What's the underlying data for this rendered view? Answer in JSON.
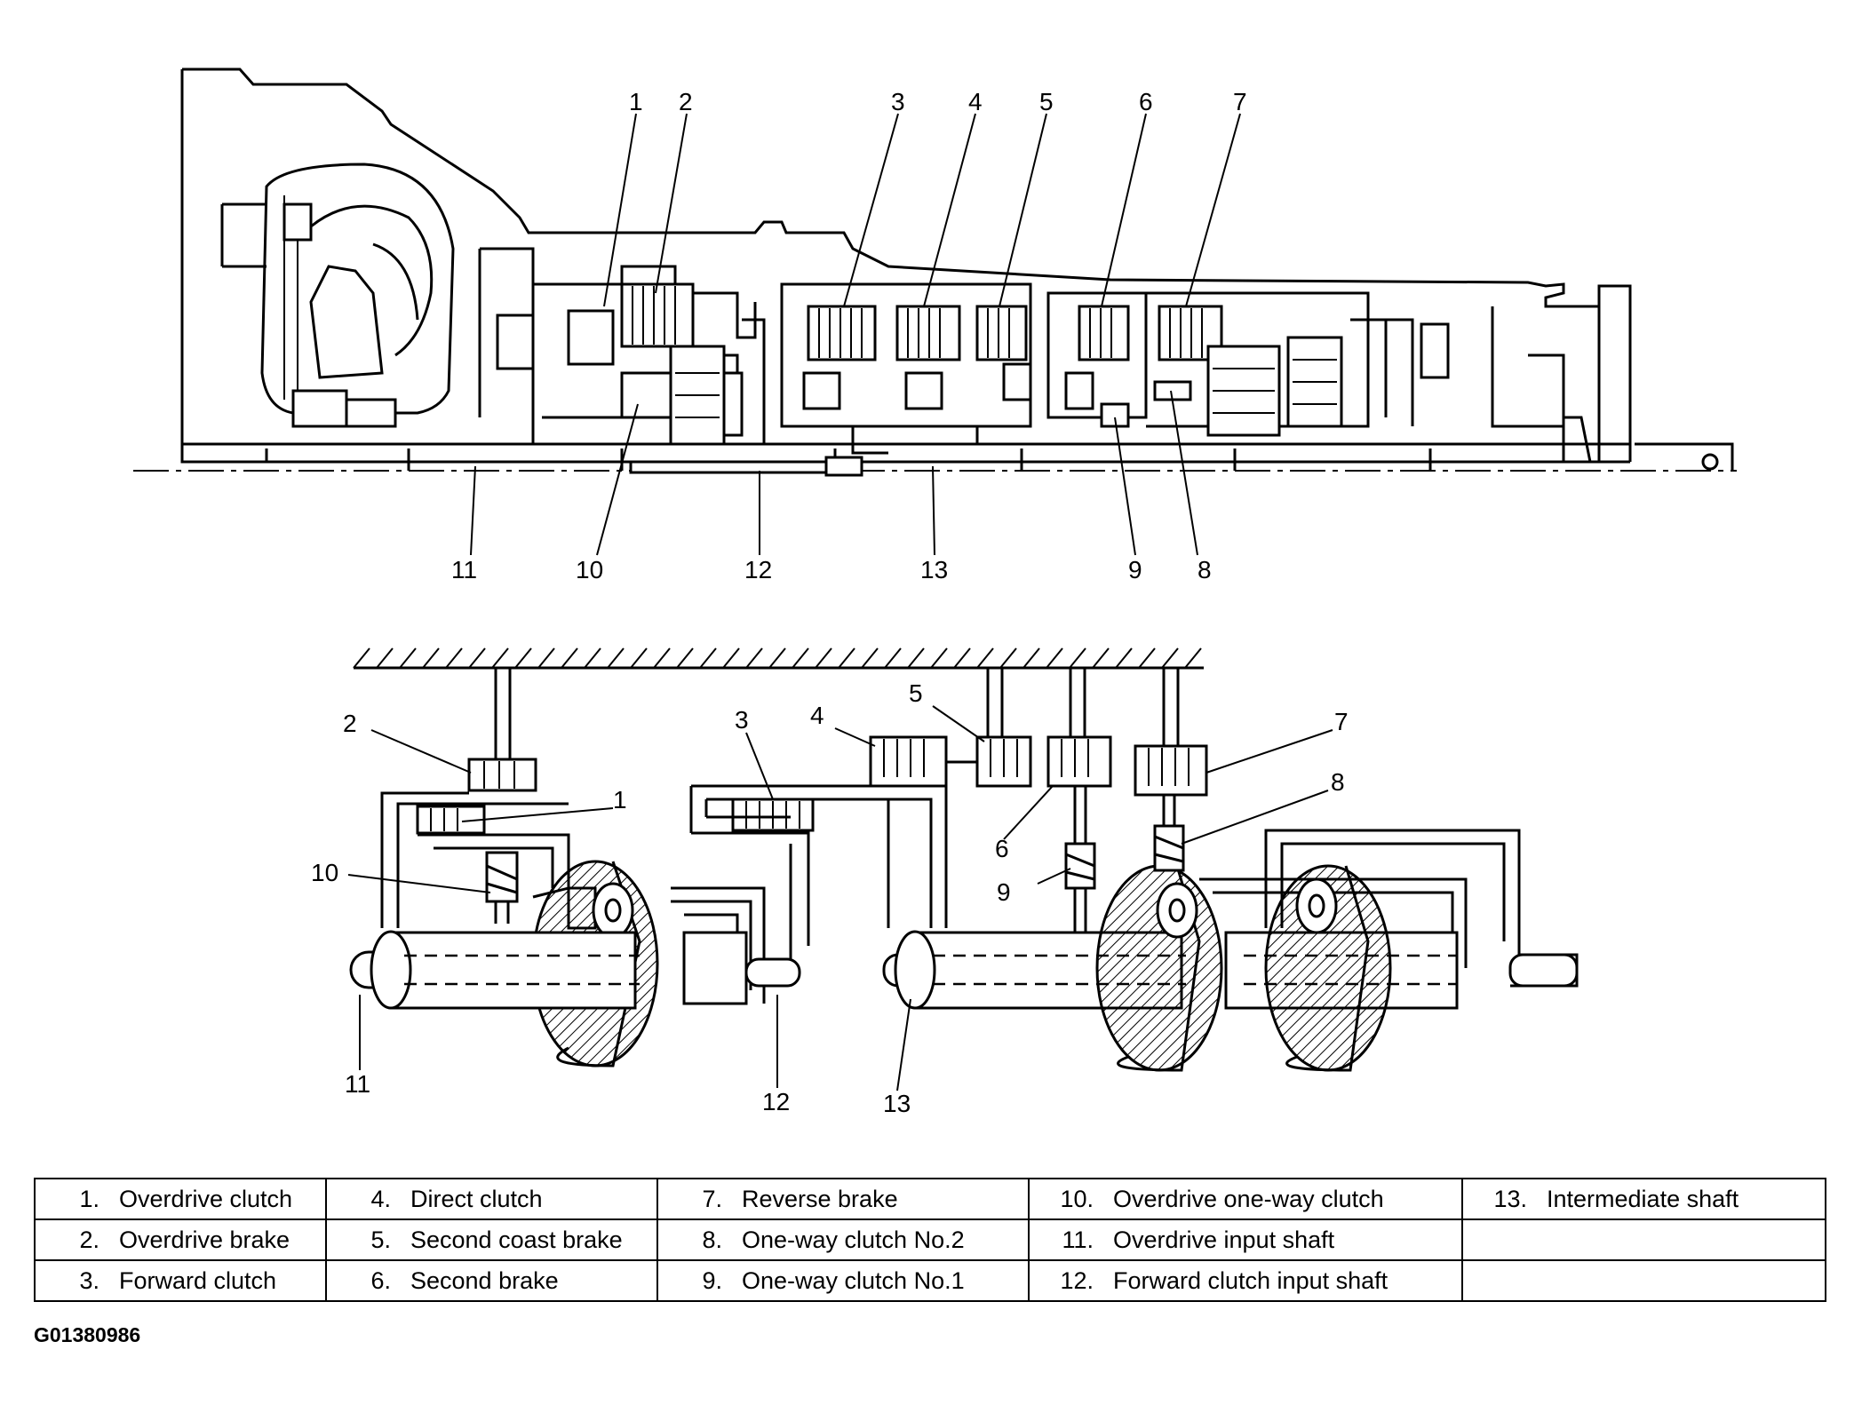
{
  "top_callouts": [
    "1",
    "2",
    "3",
    "4",
    "5",
    "6",
    "7",
    "8",
    "9",
    "10",
    "11",
    "12",
    "13"
  ],
  "bottom_callouts": [
    "1",
    "2",
    "3",
    "4",
    "5",
    "6",
    "7",
    "8",
    "9",
    "10",
    "11",
    "12",
    "13"
  ],
  "legend": [
    [
      {
        "num": "1.",
        "text": "Overdrive clutch"
      },
      {
        "num": "4.",
        "text": "Direct clutch"
      },
      {
        "num": "7.",
        "text": "Reverse brake"
      },
      {
        "num": "10.",
        "text": "Overdrive one-way clutch"
      },
      {
        "num": "13.",
        "text": "Intermediate shaft"
      }
    ],
    [
      {
        "num": "2.",
        "text": "Overdrive brake"
      },
      {
        "num": "5.",
        "text": "Second coast brake"
      },
      {
        "num": "8.",
        "text": "One-way clutch No.2"
      },
      {
        "num": "11.",
        "text": "Overdrive input shaft"
      },
      {
        "num": "",
        "text": ""
      }
    ],
    [
      {
        "num": "3.",
        "text": "Forward clutch"
      },
      {
        "num": "6.",
        "text": "Second brake"
      },
      {
        "num": "9.",
        "text": "One-way clutch No.1"
      },
      {
        "num": "12.",
        "text": "Forward clutch input shaft"
      },
      {
        "num": "",
        "text": ""
      }
    ]
  ],
  "figure_id": "G01380986"
}
